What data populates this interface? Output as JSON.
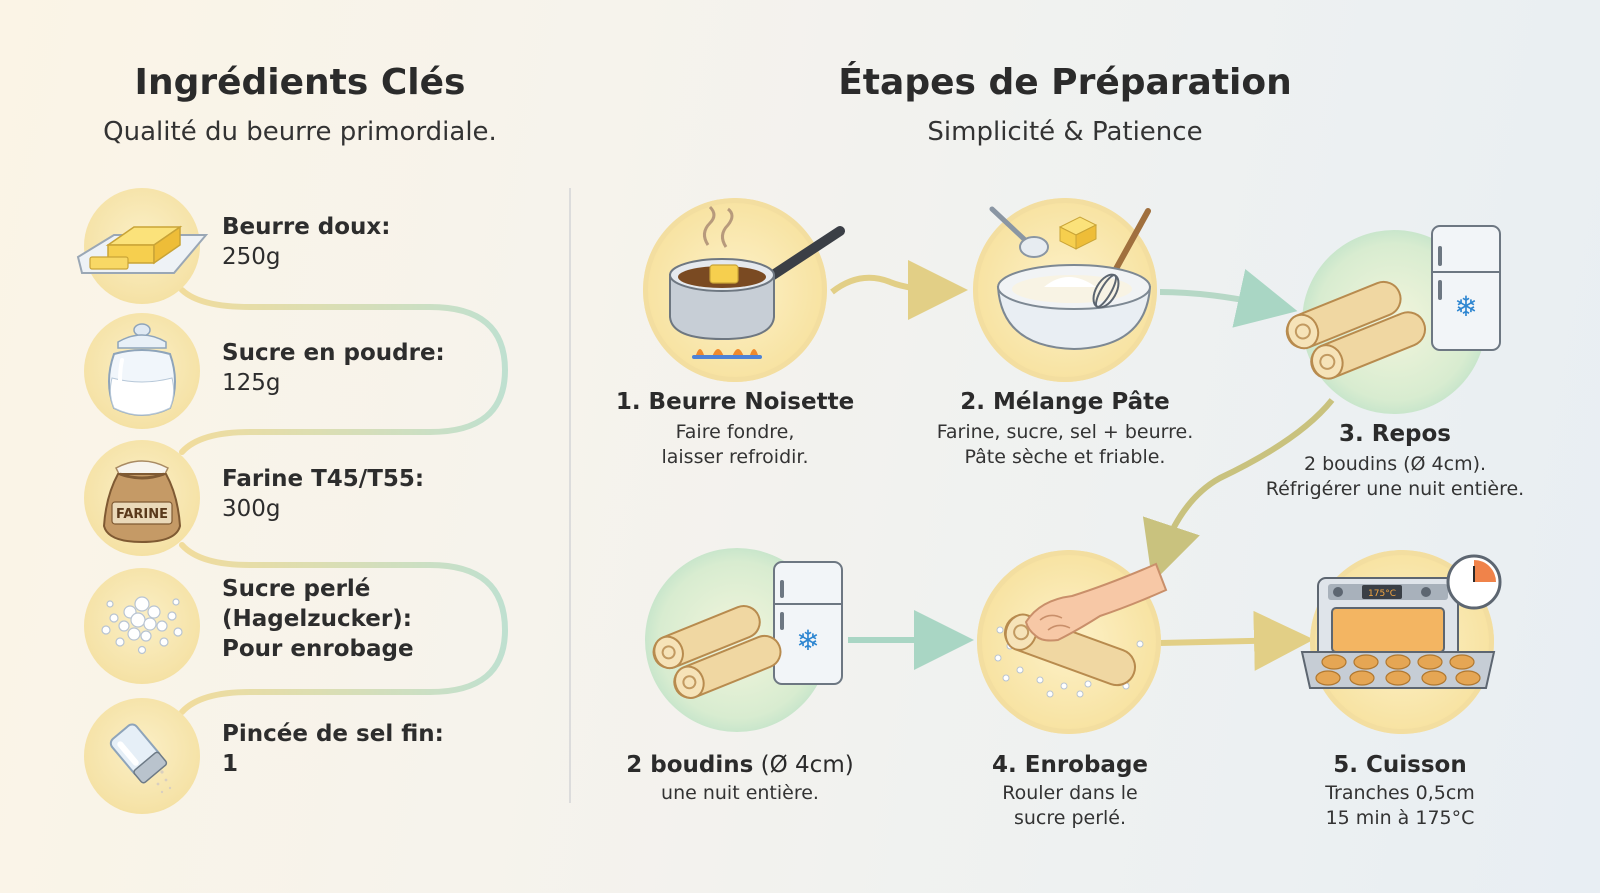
{
  "left": {
    "title": "Ingrédients Clés",
    "subtitle": "Qualité du beurre primordiale.",
    "ingredients": [
      {
        "name": "Beurre doux:",
        "amount": "250g",
        "icon": "butter-icon"
      },
      {
        "name": "Sucre en poudre:",
        "amount": "125g",
        "icon": "sugar-jar-icon"
      },
      {
        "name": "Farine T45/T55:",
        "amount": "300g",
        "icon": "flour-sack-icon",
        "sack_label": "FARINE"
      },
      {
        "name": "Sucre perlé",
        "amount_line1": "(Hagelzucker):",
        "amount_line2": "Pour enrobage",
        "icon": "pearl-sugar-icon"
      },
      {
        "name": "Pincée de sel fin:",
        "amount": "1",
        "icon": "salt-shaker-icon"
      }
    ]
  },
  "right": {
    "title": "Étapes de Préparation",
    "subtitle": "Simplicité & Patience",
    "steps": [
      {
        "title": "1. Beurre Noisette",
        "desc1": "Faire fondre,",
        "desc2": "laisser refroidir.",
        "icon": "saucepan-icon"
      },
      {
        "title": "2. Mélange Pâte",
        "desc1": "Farine, sucre, sel + beurre.",
        "desc2": "Pâte sèche et friable.",
        "icon": "mixing-bowl-icon"
      },
      {
        "title": "3. Repos",
        "desc1": "2 boudins (Ø 4cm).",
        "desc2": "Réfrigérer une nuit entière.",
        "icon": "fridge-rolls-icon"
      },
      {
        "title_bold": "2 boudins",
        "title_light": " (Ø 4cm)",
        "desc1": "une nuit entière.",
        "icon": "fridge-rolls-icon"
      },
      {
        "title": "4. Enrobage",
        "desc1": "Rouler dans le",
        "desc2": "sucre perlé.",
        "icon": "rolling-dough-icon"
      },
      {
        "title": "5. Cuisson",
        "desc1": "Tranches 0,5cm",
        "desc2": "15 min à 175°C",
        "icon": "oven-icon",
        "oven_display": "175°C"
      }
    ]
  },
  "colors": {
    "gold_circle": "#f5e2a6",
    "mint_circle": "#cfe8d2",
    "arrow_gold": "#e2cf86",
    "arrow_mint": "#a9d6c4"
  }
}
